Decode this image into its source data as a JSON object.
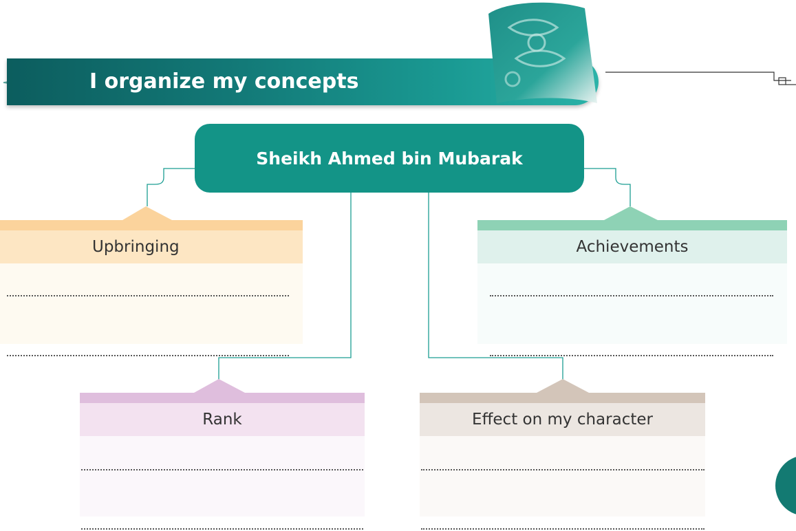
{
  "header": {
    "title": "I organize my concepts"
  },
  "center": {
    "label": "Sheikh Ahmed bin Mubarak"
  },
  "cards": [
    {
      "label": "Upbringing",
      "bar_color": "#fbd39c",
      "head_color": "#fde6c3",
      "body_color": "#fefaf1"
    },
    {
      "label": "Achievements",
      "bar_color": "#8ed2b5",
      "head_color": "#dff1ec",
      "body_color": "#f7fcfb"
    },
    {
      "label": "Rank",
      "bar_color": "#dfbedd",
      "head_color": "#f3e2f0",
      "body_color": "#fbf7fb"
    },
    {
      "label": "Effect on my character",
      "bar_color": "#d3c5b9",
      "head_color": "#ece6e1",
      "body_color": "#fbf9f7"
    }
  ],
  "colors": {
    "banner": "#137a78",
    "center_box": "#139487",
    "connector": "#1b9d92"
  }
}
